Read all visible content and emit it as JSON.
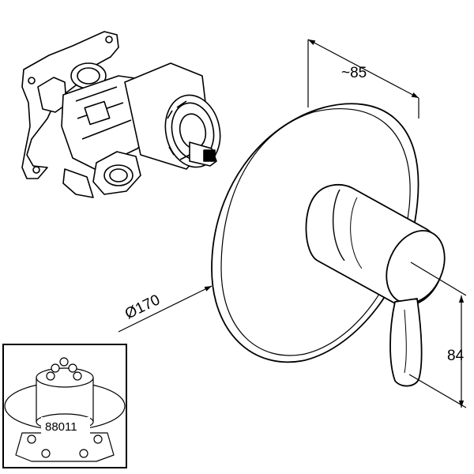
{
  "dimensions": {
    "depth_label": "~85",
    "diameter_label": "Ø170",
    "height_label": "84"
  },
  "inset": {
    "part_number": "88011"
  }
}
